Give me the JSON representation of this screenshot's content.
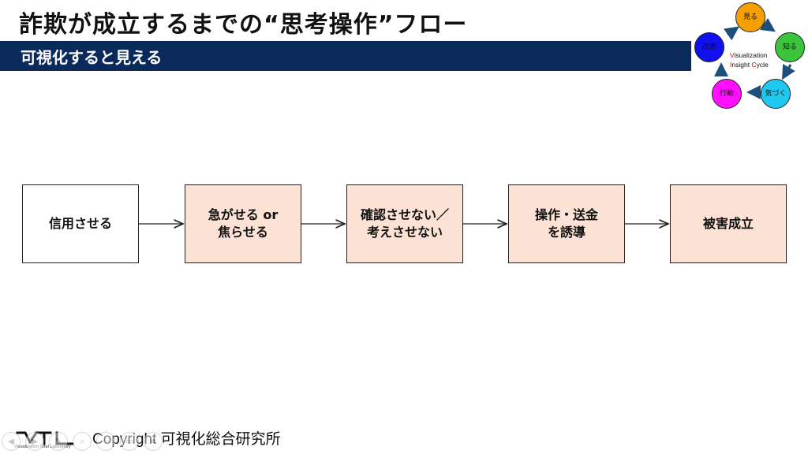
{
  "header": {
    "title": "詐欺が成立するまでの“思考操作”フロー",
    "subtitle": "可視化すると見える"
  },
  "cycle_logo": {
    "nodes": [
      {
        "label": "見る",
        "color": "#f5a000"
      },
      {
        "label": "知る",
        "color": "#3cc43c"
      },
      {
        "label": "気づく",
        "color": "#1ec8f0"
      },
      {
        "label": "行動",
        "color": "#ff10ff"
      },
      {
        "label": "改善",
        "color": "#1010f0"
      }
    ],
    "caption_line1_initial": "V",
    "caption_line1_rest": "isualization",
    "caption_line2_initial1": "I",
    "caption_line2_rest1": "nsight ",
    "caption_line2_initial2": "C",
    "caption_line2_rest2": "ycle",
    "initial_color": "#e00000",
    "arrow_color": "#1e4f7a"
  },
  "flow": {
    "steps": [
      {
        "label": "信用させる",
        "fill": "white"
      },
      {
        "label": "急がせる or\n焦らせる",
        "fill": "peach"
      },
      {
        "label": "確認させない／\n考えさせない",
        "fill": "peach"
      },
      {
        "label": "操作・送金\nを誘導",
        "fill": "peach"
      },
      {
        "label": "被害成立",
        "fill": "peach"
      }
    ]
  },
  "footer": {
    "logo_text": "Visualization Total Laboratory",
    "copyright": "Copyright  可視化総合研究所"
  },
  "nav_overlay": {
    "icons": [
      "prev-icon",
      "next-icon",
      "pen-icon",
      "search-icon",
      "more-icon",
      "video-icon",
      "menu-icon"
    ]
  }
}
